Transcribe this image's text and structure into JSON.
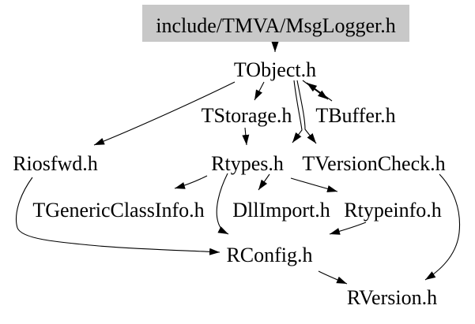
{
  "diagram": {
    "kind": "include-dependency-graph",
    "background_color": "#ffffff",
    "edge_color": "#000000",
    "text_color": "#000000",
    "title_node_bg": "#c8c8c8",
    "nodes": [
      {
        "id": "msglogger",
        "label": "include/TMVA/MsgLogger.h"
      },
      {
        "id": "tobject",
        "label": "TObject.h"
      },
      {
        "id": "tstorage",
        "label": "TStorage.h"
      },
      {
        "id": "tbuffer",
        "label": "TBuffer.h"
      },
      {
        "id": "riosfwd",
        "label": "Riosfwd.h"
      },
      {
        "id": "rtypes",
        "label": "Rtypes.h"
      },
      {
        "id": "tversioncheck",
        "label": "TVersionCheck.h"
      },
      {
        "id": "tgenericclassinfo",
        "label": "TGenericClassInfo.h"
      },
      {
        "id": "dllimport",
        "label": "DllImport.h"
      },
      {
        "id": "rtypeinfo",
        "label": "Rtypeinfo.h"
      },
      {
        "id": "rconfig",
        "label": "RConfig.h"
      },
      {
        "id": "rversion",
        "label": "RVersion.h"
      }
    ],
    "edges": [
      {
        "from": "include/TMVA/MsgLogger.h",
        "to": "TObject.h"
      },
      {
        "from": "TObject.h",
        "to": "Riosfwd.h"
      },
      {
        "from": "TObject.h",
        "to": "TStorage.h"
      },
      {
        "from": "TObject.h",
        "to": "TBuffer.h"
      },
      {
        "from": "TBuffer.h",
        "to": "TObject.h"
      },
      {
        "from": "TObject.h",
        "to": "Rtypes.h"
      },
      {
        "from": "TObject.h",
        "to": "TVersionCheck.h"
      },
      {
        "from": "TStorage.h",
        "to": "Rtypes.h"
      },
      {
        "from": "Rtypes.h",
        "to": "TGenericClassInfo.h"
      },
      {
        "from": "Rtypes.h",
        "to": "DllImport.h"
      },
      {
        "from": "Rtypes.h",
        "to": "Rtypeinfo.h"
      },
      {
        "from": "Rtypes.h",
        "to": "RConfig.h"
      },
      {
        "from": "Riosfwd.h",
        "to": "RConfig.h"
      },
      {
        "from": "Rtypeinfo.h",
        "to": "RConfig.h"
      },
      {
        "from": "RConfig.h",
        "to": "RVersion.h"
      },
      {
        "from": "TVersionCheck.h",
        "to": "RVersion.h"
      }
    ]
  }
}
